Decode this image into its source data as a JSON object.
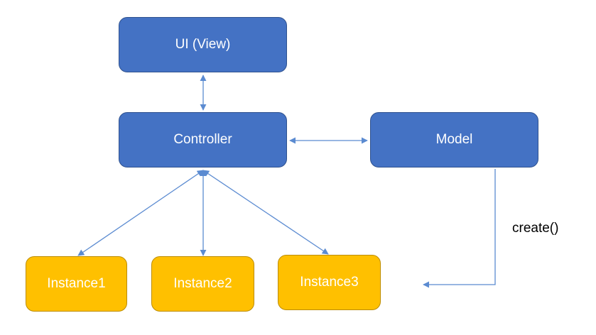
{
  "nodes": {
    "ui": {
      "label": "UI (View)"
    },
    "controller": {
      "label": "Controller"
    },
    "model": {
      "label": "Model"
    },
    "instance1": {
      "label": "Instance1"
    },
    "instance2": {
      "label": "Instance2"
    },
    "instance3": {
      "label": "Instance3"
    }
  },
  "edges": {
    "create_label": "create()"
  },
  "colors": {
    "primary": "#4472c4",
    "primary_border": "#2f528f",
    "instance": "#ffc000",
    "instance_border": "#bc8c00",
    "connector": "#5b8bd1"
  }
}
